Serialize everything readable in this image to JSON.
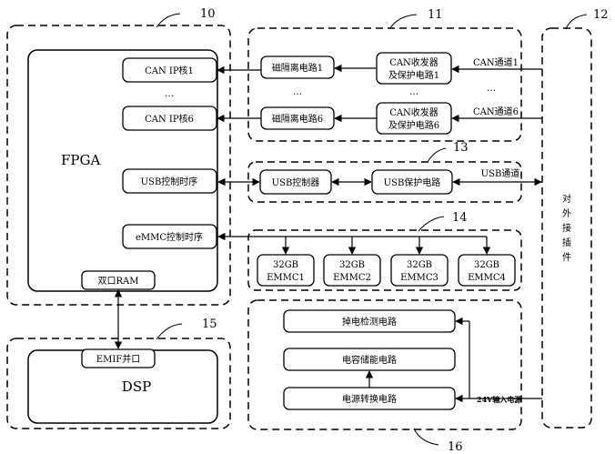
{
  "ref_numbers": {
    "fpga_group": "10",
    "can_group": "11",
    "connector": "12",
    "usb_group": "13",
    "emmc_group": "14",
    "dsp_group": "15",
    "power_group": "16"
  },
  "fpga": {
    "title": "FPGA",
    "can_ip_1": "CAN IP核1",
    "can_ip_6": "CAN IP核6",
    "usb_timing": "USB控制时序",
    "emmc_timing": "eMMC控制时序",
    "dual_ram": "双口RAM",
    "ellipsis": "…"
  },
  "can": {
    "isolation_1": "磁隔离电路1",
    "isolation_6": "磁隔离电路6",
    "transceiver_1_line1": "CAN收发器",
    "transceiver_1_line2": "及保护电路1",
    "transceiver_6_line1": "CAN收发器",
    "transceiver_6_line2": "及保护电路6",
    "channel_1": "CAN通道1",
    "channel_6": "CAN通道6",
    "ellipsis": "…"
  },
  "usb": {
    "controller": "USB控制器",
    "protection": "USB保护电路",
    "channel": "USB通道"
  },
  "emmc": {
    "chip_1_line1": "32GB",
    "chip_1_line2": "EMMC1",
    "chip_2_line1": "32GB",
    "chip_2_line2": "EMMC2",
    "chip_3_line1": "32GB",
    "chip_3_line2": "EMMC3",
    "chip_4_line1": "32GB",
    "chip_4_line2": "EMMC4"
  },
  "dsp": {
    "title": "DSP",
    "emif_port": "EMIF并口"
  },
  "power": {
    "power_fail_detect": "掉电检测电路",
    "capacitor_storage": "电容储能电路",
    "power_conversion": "电源转换电路",
    "input_24v": "24V输入电源"
  },
  "connector": {
    "label_chars": [
      "对",
      "外",
      "接",
      "插",
      "件"
    ]
  }
}
